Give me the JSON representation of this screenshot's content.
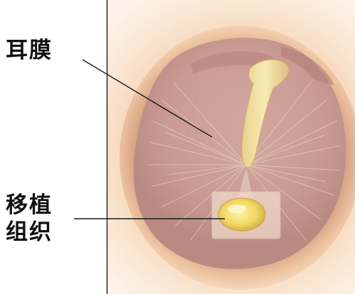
{
  "labels": {
    "eardrum": "耳膜",
    "graft_line1": "移植",
    "graft_line2": "组织"
  }
}
